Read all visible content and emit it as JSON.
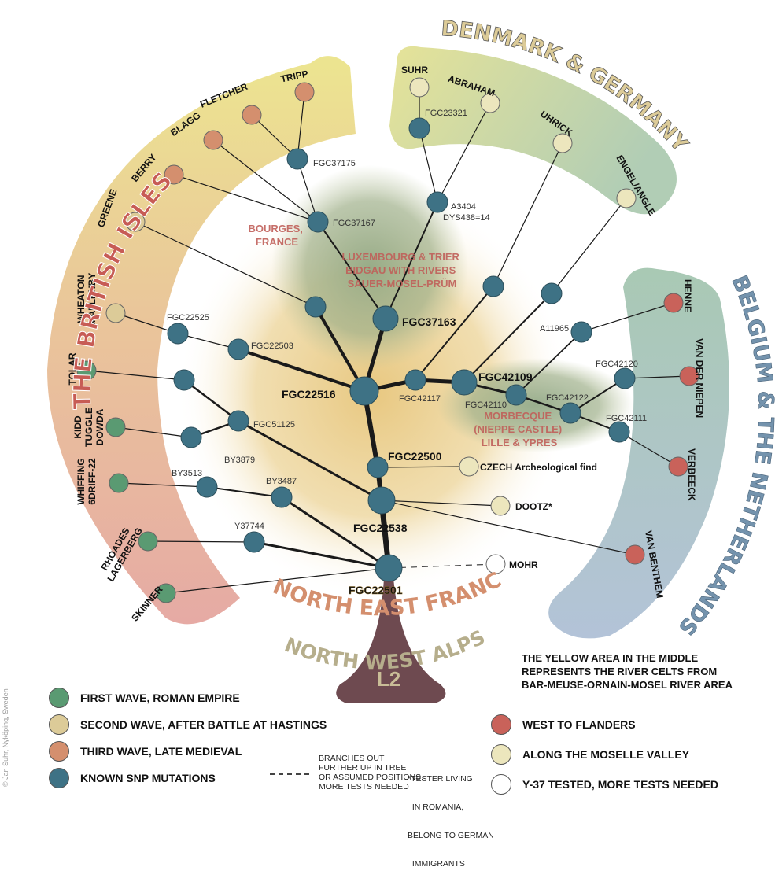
{
  "regions": {
    "british_isles": "THE BRITISH ISLES",
    "denmark_germany": "DENMARK & GERMANY",
    "belgium_netherlands": "BELGIUM & THE NETHERLANDS",
    "north_east_france": "NORTH EAST FRANCE",
    "north_west_alps": "NORTH WEST ALPS",
    "root": "L2"
  },
  "places": {
    "bourges": [
      "BOURGES,",
      "FRANCE"
    ],
    "luxembourg": [
      "LUXEMBOURG & TRIER",
      "BIDGAU WITH RIVERS",
      "SAUER-MOSEL-PRÜM"
    ],
    "morbecque": [
      "MORBECQUE",
      "(NIEPPE CASTLE)",
      "LILLE & YPRES"
    ]
  },
  "colors": {
    "first_wave": "#5a9a72",
    "second_wave": "#dccb98",
    "third_wave": "#d48f6e",
    "snp": "#3e7285",
    "west_flanders": "#c9625a",
    "moselle": "#ece6bd",
    "y37": "#ffffff",
    "root": "#6e4a50",
    "british_band_top": "#ece590",
    "british_band_bottom": "#e6aaa4",
    "dk_band_left": "#e6e398",
    "dk_band_right": "#b1cdb5",
    "be_band_top": "#a9c9b4",
    "be_band_bottom": "#b3c3d8"
  },
  "nodes": [
    {
      "id": "FGC22501",
      "label": "FGC22501",
      "type": "snp",
      "label_style": "orange"
    },
    {
      "id": "FGC22538",
      "label": "FGC22538",
      "type": "snp",
      "label_style": "red"
    },
    {
      "id": "FGC22500",
      "label": "FGC22500",
      "type": "snp",
      "label_style": "bold"
    },
    {
      "id": "FGC22516",
      "label": "FGC22516",
      "type": "snp",
      "label_style": "big"
    },
    {
      "id": "FGC37163",
      "label": "FGC37163",
      "type": "snp",
      "label_style": "bold"
    },
    {
      "id": "FGC37167",
      "label": "FGC37167",
      "type": "snp"
    },
    {
      "id": "FGC37175",
      "label": "FGC37175",
      "type": "snp"
    },
    {
      "id": "A3404",
      "label": "A3404",
      "label2": "DYS438=14",
      "type": "snp"
    },
    {
      "id": "FGC23321",
      "label": "FGC23321",
      "type": "snp"
    },
    {
      "id": "N_greene",
      "label": "",
      "type": "snp"
    },
    {
      "id": "FGC22503",
      "label": "FGC22503",
      "type": "snp"
    },
    {
      "id": "FGC22525",
      "label": "FGC22525",
      "type": "snp"
    },
    {
      "id": "N_tolar",
      "label": "",
      "type": "snp"
    },
    {
      "id": "FGC51125",
      "label": "FGC51125",
      "type": "snp"
    },
    {
      "id": "N_kidd",
      "label": "",
      "type": "snp"
    },
    {
      "id": "BY3879",
      "label": "BY3879",
      "type": "label-only"
    },
    {
      "id": "BY3487",
      "label": "BY3487",
      "type": "snp"
    },
    {
      "id": "BY3513",
      "label": "BY3513",
      "type": "snp"
    },
    {
      "id": "Y37744",
      "label": "Y37744",
      "type": "snp"
    },
    {
      "id": "FGC42117",
      "label": "FGC42117",
      "type": "snp"
    },
    {
      "id": "N_abraham",
      "label": "",
      "type": "snp"
    },
    {
      "id": "N_uhrick",
      "label": "",
      "type": "snp"
    },
    {
      "id": "FGC42109",
      "label": "FGC42109",
      "type": "snp",
      "label_style": "bold"
    },
    {
      "id": "FGC42110",
      "label": "FGC42110",
      "type": "snp"
    },
    {
      "id": "A11965",
      "label": "A11965",
      "type": "snp"
    },
    {
      "id": "FGC42122",
      "label": "FGC42122",
      "type": "snp"
    },
    {
      "id": "FGC42120",
      "label": "FGC42120",
      "type": "snp"
    },
    {
      "id": "FGC42111",
      "label": "FGC42111",
      "type": "snp"
    }
  ],
  "leaves": [
    {
      "name": "TRIPP",
      "type": "third_wave"
    },
    {
      "name": "FLETCHER",
      "type": "third_wave"
    },
    {
      "name": "BLAGG",
      "type": "third_wave"
    },
    {
      "name": "BERRY",
      "type": "third_wave"
    },
    {
      "name": "GREENE",
      "type": "second_wave"
    },
    {
      "name": "WHEATON MALLENBY",
      "type": "second_wave"
    },
    {
      "name": "TOLAR",
      "type": "first_wave"
    },
    {
      "name": "KIDD TUGGLE DOWDA",
      "type": "first_wave"
    },
    {
      "name": "WHIFFING 6DRIFF-22",
      "type": "first_wave"
    },
    {
      "name": "RHOADES LAGERBERG",
      "type": "first_wave"
    },
    {
      "name": "SKINNER",
      "type": "first_wave"
    },
    {
      "name": "SUHR",
      "type": "moselle"
    },
    {
      "name": "ABRAHAM",
      "type": "moselle"
    },
    {
      "name": "UHRICK",
      "type": "moselle"
    },
    {
      "name": "ENGEL/ANGLE",
      "type": "moselle"
    },
    {
      "name": "HENNE",
      "type": "west_flanders"
    },
    {
      "name": "VAN DER NIEPEN",
      "type": "west_flanders"
    },
    {
      "name": "VERBEECK",
      "type": "west_flanders"
    },
    {
      "name": "VAN BENTHEM",
      "type": "west_flanders"
    },
    {
      "name": "CZECH Archeological find",
      "type": "moselle"
    },
    {
      "name": "DOOTZ*",
      "type": "moselle"
    },
    {
      "name": "MOHR",
      "type": "y37"
    }
  ],
  "legend_left": [
    {
      "label": "FIRST WAVE, ROMAN EMPIRE",
      "color": "#5a9a72"
    },
    {
      "label": "SECOND WAVE, AFTER BATTLE AT HASTINGS",
      "color": "#dccb98"
    },
    {
      "label": "THIRD WAVE, LATE MEDIEVAL",
      "color": "#d48f6e"
    },
    {
      "label": "KNOWN SNP MUTATIONS",
      "color": "#3e7285"
    }
  ],
  "legend_right": [
    {
      "label": "WEST TO FLANDERS",
      "color": "#c9625a"
    },
    {
      "label": "ALONG THE MOSELLE VALLEY",
      "color": "#ece6bd"
    },
    {
      "label": "Y-37 TESTED, MORE TESTS NEEDED",
      "color": "#ffffff"
    }
  ],
  "dashed_note": [
    "BRANCHES OUT",
    "FURTHER UP IN TREE",
    "OR ASSUMED POSITIONS.",
    "MORE TESTS NEEDED"
  ],
  "tester_note": [
    "*TESTER LIVING",
    "  IN ROMANIA,",
    "BELONG TO GERMAN",
    "  IMMIGRANTS"
  ],
  "info_note": [
    "THE YELLOW AREA IN THE MIDDLE",
    "REPRESENTS THE RIVER CELTS FROM",
    "BAR-MEUSE-ORNAIN-MOSEL RIVER AREA"
  ],
  "copyright": "© Jan Suhr, Nyköping, Sweden"
}
